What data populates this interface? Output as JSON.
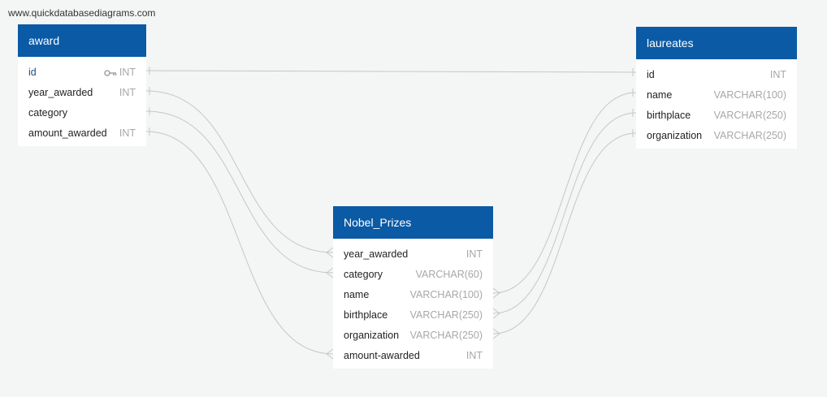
{
  "site": {
    "label": "www.quickdatabasediagrams.com"
  },
  "icons": {
    "primary_key": "key-icon"
  },
  "colors": {
    "header": "#0b5aa5",
    "background": "#f4f5f5",
    "connector": "#c6c6c6",
    "type_text": "#a7a7a7"
  },
  "tables": {
    "award": {
      "title": "award",
      "columns": [
        {
          "name": "id",
          "type": "INT",
          "primary_key": true
        },
        {
          "name": "year_awarded",
          "type": "INT"
        },
        {
          "name": "category",
          "type": ""
        },
        {
          "name": "amount_awarded",
          "type": "INT"
        }
      ]
    },
    "laureates": {
      "title": "laureates",
      "columns": [
        {
          "name": "id",
          "type": "INT"
        },
        {
          "name": "name",
          "type": "VARCHAR(100)"
        },
        {
          "name": "birthplace",
          "type": "VARCHAR(250)"
        },
        {
          "name": "organization",
          "type": "VARCHAR(250)"
        }
      ]
    },
    "nobel_prizes": {
      "title": "Nobel_Prizes",
      "columns": [
        {
          "name": "year_awarded",
          "type": "INT"
        },
        {
          "name": "category",
          "type": "VARCHAR(60)"
        },
        {
          "name": "name",
          "type": "VARCHAR(100)"
        },
        {
          "name": "birthplace",
          "type": "VARCHAR(250)"
        },
        {
          "name": "organization",
          "type": "VARCHAR(250)"
        },
        {
          "name": "amount-awarded",
          "type": "INT"
        }
      ]
    }
  }
}
